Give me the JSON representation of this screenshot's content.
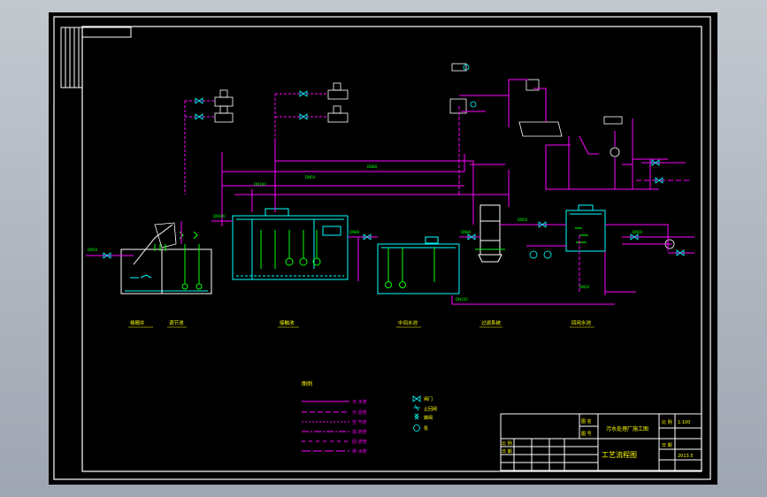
{
  "drawing": {
    "title": "工艺流程图",
    "project": "污水处理厂施工图",
    "stages": [
      "格栅井",
      "调节池",
      "接触池",
      "中间水池",
      "过滤系统",
      "回用水池"
    ],
    "legend": {
      "heading": "图例",
      "lines": [
        "污 水管",
        "污 泥管",
        "空 气管",
        "加 药管",
        "回 流管",
        "排 水管"
      ],
      "symbols": [
        "闸门",
        "止回阀",
        "蝶阀",
        "泵"
      ]
    },
    "title_block": {
      "rows": [
        "图 名",
        "图 号",
        "比 例",
        "日 期"
      ],
      "right_rows": [
        "比 例",
        "1:100",
        "日 期",
        "2013.5"
      ]
    },
    "pipe_tags": [
      "DN50",
      "DN100",
      "DN80",
      "DN150"
    ]
  },
  "colors": {
    "magenta": "#ff00ff",
    "cyan": "#00ffff",
    "green": "#00ff00",
    "white": "#ffffff",
    "yellow": "#ffff00",
    "red": "#ff3030"
  }
}
